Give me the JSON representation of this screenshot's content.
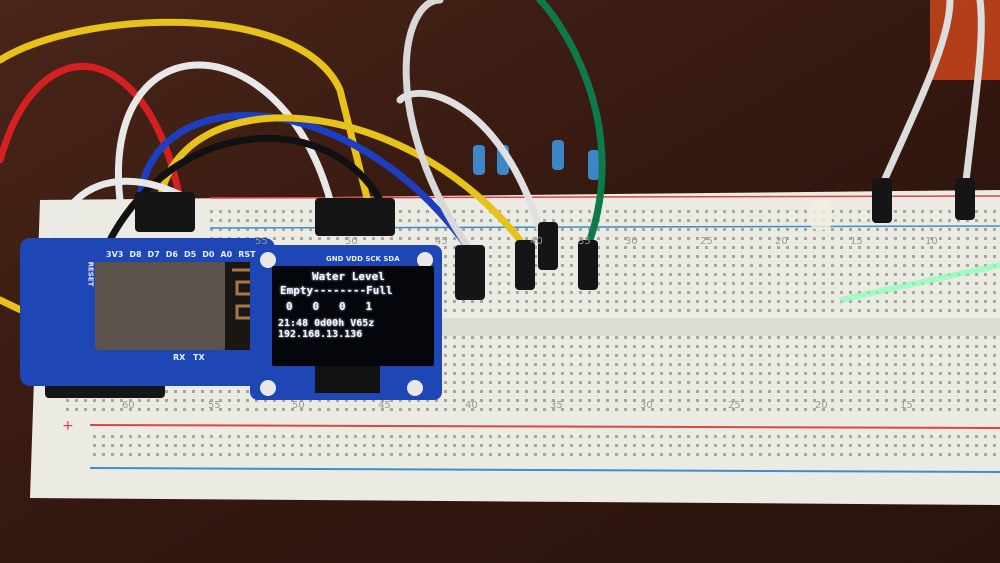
{
  "oled": {
    "title": "Water Level",
    "scale": "Empty--------Full",
    "levels": "0   0   0   1",
    "status": "21:48 0d00h V65z",
    "ip": "192.168.13.136",
    "header_pins": "GND VDD SCK SDA"
  },
  "esp_board": {
    "top_pins": [
      "3V3",
      "D8",
      "D7",
      "D6",
      "D5",
      "D0",
      "A0",
      "RST"
    ],
    "bottom_pins": [
      "RX",
      "TX"
    ],
    "side_label": "RESET"
  },
  "breadboard": {
    "top_numbers": [
      "55",
      "50",
      "45",
      "40",
      "35",
      "30",
      "25",
      "20",
      "15",
      "10"
    ],
    "bottom_numbers": [
      "60",
      "55",
      "50",
      "45",
      "40",
      "35",
      "30",
      "25",
      "20",
      "15"
    ],
    "rail_plus": "+"
  },
  "colors": {
    "wood": "#3b1d15",
    "board": "#ecebe3",
    "pcb": "#1f46b5",
    "screen": "#05060c"
  }
}
